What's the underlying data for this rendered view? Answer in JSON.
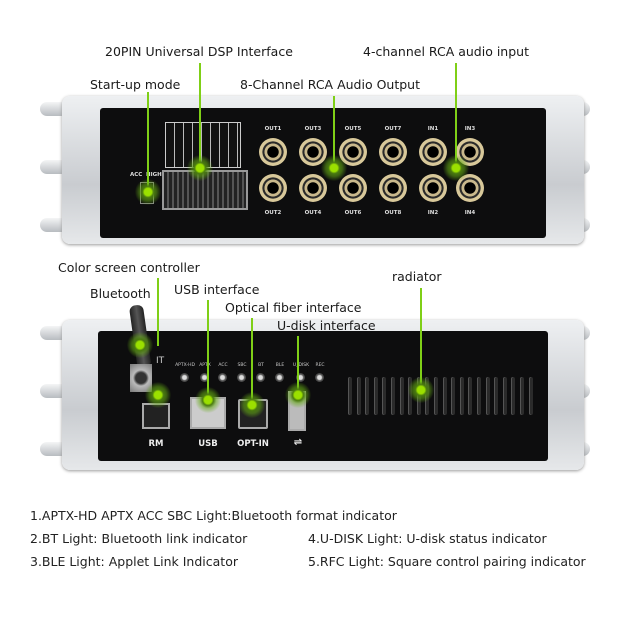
{
  "top_labels": {
    "dsp": "20PIN Universal DSP Interface",
    "rca_in": "4-channel RCA audio input",
    "startup": "Start-up mode",
    "rca_out": "8-Channel RCA Audio Output"
  },
  "top_panel": {
    "acc": "ACC",
    "high": "HIGH",
    "jacks_top": [
      "OUT1",
      "OUT3",
      "OUT5",
      "OUT7",
      "IN1",
      "IN3"
    ],
    "jacks_bottom": [
      "OUT2",
      "OUT4",
      "OUT6",
      "OUT8",
      "IN2",
      "IN4"
    ]
  },
  "bottom_labels": {
    "screen": "Color screen controller",
    "bluetooth": "Bluetooth",
    "usb": "USB interface",
    "radiator": "radiator",
    "optical": "Optical fiber interface",
    "udisk": "U-disk interface"
  },
  "bottom_panel": {
    "bt_mark": "IT",
    "leds": [
      "APTX-HD",
      "APTX",
      "ACC",
      "SBC",
      "BT",
      "BLE",
      "U_DISK",
      "REC"
    ],
    "ports": [
      "RM",
      "USB",
      "OPT-IN"
    ]
  },
  "notes": {
    "n1": "1.APTX-HD  APTX  ACC  SBC Light:Bluetooth format indicator",
    "n2": "2.BT Light: Bluetooth link indicator",
    "n3": "3.BLE Light: Applet Link Indicator",
    "n4": "4.U-DISK Light: U-disk status indicator",
    "n5": "5.RFC Light: Square control pairing indicator"
  },
  "colors": {
    "accent": "#7fcf17"
  }
}
